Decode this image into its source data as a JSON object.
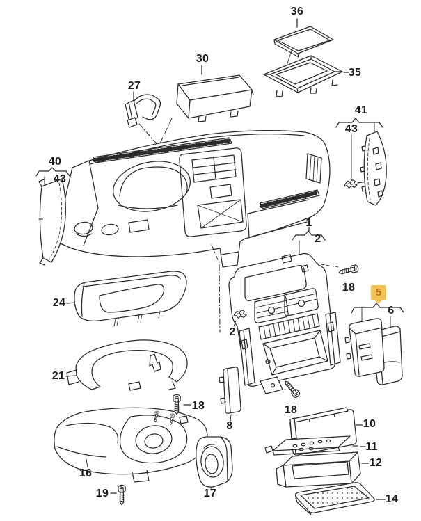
{
  "diagram": {
    "kind": "exploded-parts-diagram",
    "background_color": "#ffffff",
    "line_color": "#2b2b2b",
    "highlight": {
      "badge_bg": "#f1c355",
      "badge_text": "#c06b15"
    }
  },
  "callouts": [
    {
      "name": "callout-36",
      "text": "36"
    },
    {
      "name": "callout-35",
      "text": "35"
    },
    {
      "name": "callout-30",
      "text": "30"
    },
    {
      "name": "callout-27",
      "text": "27"
    },
    {
      "name": "callout-41",
      "text": "41"
    },
    {
      "name": "callout-43-right",
      "text": "43"
    },
    {
      "name": "callout-40",
      "text": "40"
    },
    {
      "name": "callout-43-left",
      "text": "43"
    },
    {
      "name": "callout-1",
      "text": "1"
    },
    {
      "name": "callout-2-console",
      "text": "2"
    },
    {
      "name": "callout-18-console-side",
      "text": "18"
    },
    {
      "name": "callout-5-highlighted",
      "text": "5"
    },
    {
      "name": "callout-6",
      "text": "6"
    },
    {
      "name": "callout-2-clip",
      "text": "2"
    },
    {
      "name": "callout-24",
      "text": "24"
    },
    {
      "name": "callout-21",
      "text": "21"
    },
    {
      "name": "callout-18-column",
      "text": "18"
    },
    {
      "name": "callout-16",
      "text": "16"
    },
    {
      "name": "callout-19",
      "text": "19"
    },
    {
      "name": "callout-17",
      "text": "17"
    },
    {
      "name": "callout-8",
      "text": "8"
    },
    {
      "name": "callout-18-console-bottom",
      "text": "18"
    },
    {
      "name": "callout-10",
      "text": "10"
    },
    {
      "name": "callout-11",
      "text": "11"
    },
    {
      "name": "callout-12",
      "text": "12"
    },
    {
      "name": "callout-14",
      "text": "14"
    }
  ]
}
